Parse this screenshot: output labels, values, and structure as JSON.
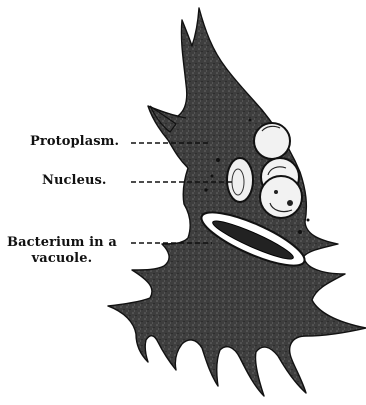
{
  "figure": {
    "labels": {
      "protoplasm": "Protoplasm.",
      "nucleus": "Nucleus.",
      "bacterium_line1": "Bacterium in a",
      "bacterium_line2": "vacuole."
    },
    "colors": {
      "cell_fill": "#3b3b3b",
      "outline": "#111111",
      "vacuole_fill": "#f4f4f4",
      "background": "#ffffff"
    }
  }
}
